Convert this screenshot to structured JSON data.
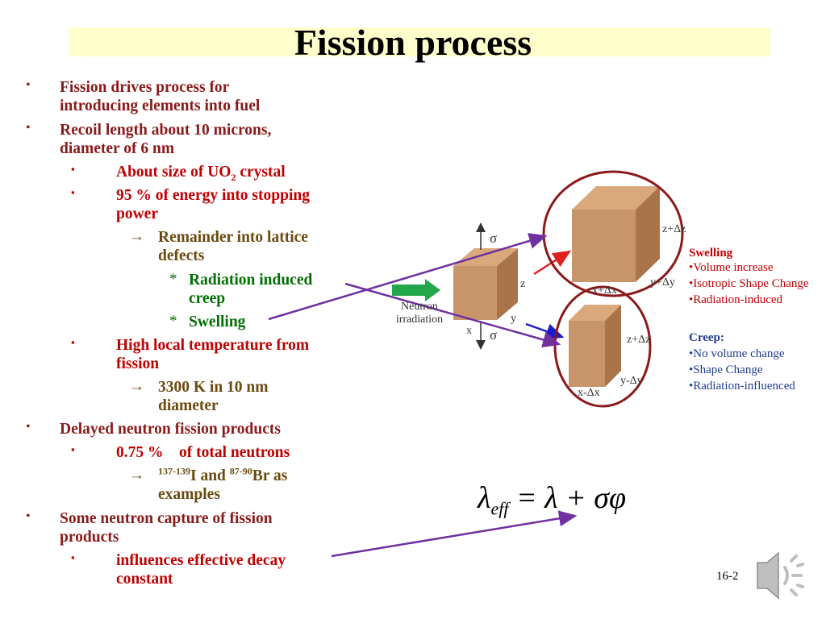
{
  "slide": {
    "title": "Fission process",
    "slide_number": "16-2"
  },
  "bullets": {
    "b1_line1": "Fission drives process for",
    "b1_line2": "introducing elements into fuel",
    "b2_line1": "Recoil length about 10 microns,",
    "b2_line2": "diameter of 6 nm",
    "b2a_pre": "About size of UO",
    "b2a_sub": "2",
    "b2a_post": " crystal",
    "b2b_line1": "95 % of energy into stopping",
    "b2b_line2": "power",
    "b2b1_line1": "Remainder into lattice",
    "b2b1_line2": "defects",
    "b2b1a_line1": "Radiation induced",
    "b2b1a_line2": "creep",
    "b2b1b": "Swelling",
    "b2c_line1": "High local temperature from",
    "b2c_line2": "fission",
    "b2c1_line1": "3300 K in 10 nm",
    "b2c1_line2": "diameter",
    "b3": "Delayed neutron fission products",
    "b3a": "0.75 %    of total neutrons",
    "b3a1_sup1": "137-139",
    "b3a1_mid": "I and ",
    "b3a1_sup2": "87-90",
    "b3a1_post": "Br as",
    "b3a1_line2": "examples",
    "b4_line1": "Some neutron capture of fission",
    "b4_line2": "products",
    "b4a_line1": "influences effective decay",
    "b4a_line2": "constant",
    "marker_round": "•",
    "marker_square": "▪",
    "marker_arrow": "→",
    "marker_star": "*"
  },
  "diagram": {
    "sigma_top": "σ",
    "sigma_bottom": "σ",
    "axis_z": "z",
    "axis_y": "y",
    "axis_x": "x",
    "neutron_line1": "Neutron",
    "neutron_line2": "irradiation",
    "swell_z": "z+Δz",
    "swell_y": "y+Δy",
    "swell_x": "x+Δx",
    "creep_z": "z+Δz",
    "creep_y": "y-Δy",
    "creep_x": "x-Δx",
    "cube_color": "#c8956a",
    "circle_color": "#8b1a1a",
    "pointer_color": "#7030a0"
  },
  "legend": {
    "swelling_header": "Swelling",
    "swelling_1": "•Volume increase",
    "swelling_2": "•Isotropic Shape Change",
    "swelling_3": "•Radiation-induced",
    "creep_header": "Creep:",
    "creep_1": "•No volume change",
    "creep_2": "•Shape Change",
    "creep_3": "•Radiation-influenced"
  },
  "formula": {
    "lambda": "λ",
    "eff": "eff",
    "rhs": " = λ + σφ"
  },
  "icons": {
    "speaker": "speaker-icon"
  }
}
